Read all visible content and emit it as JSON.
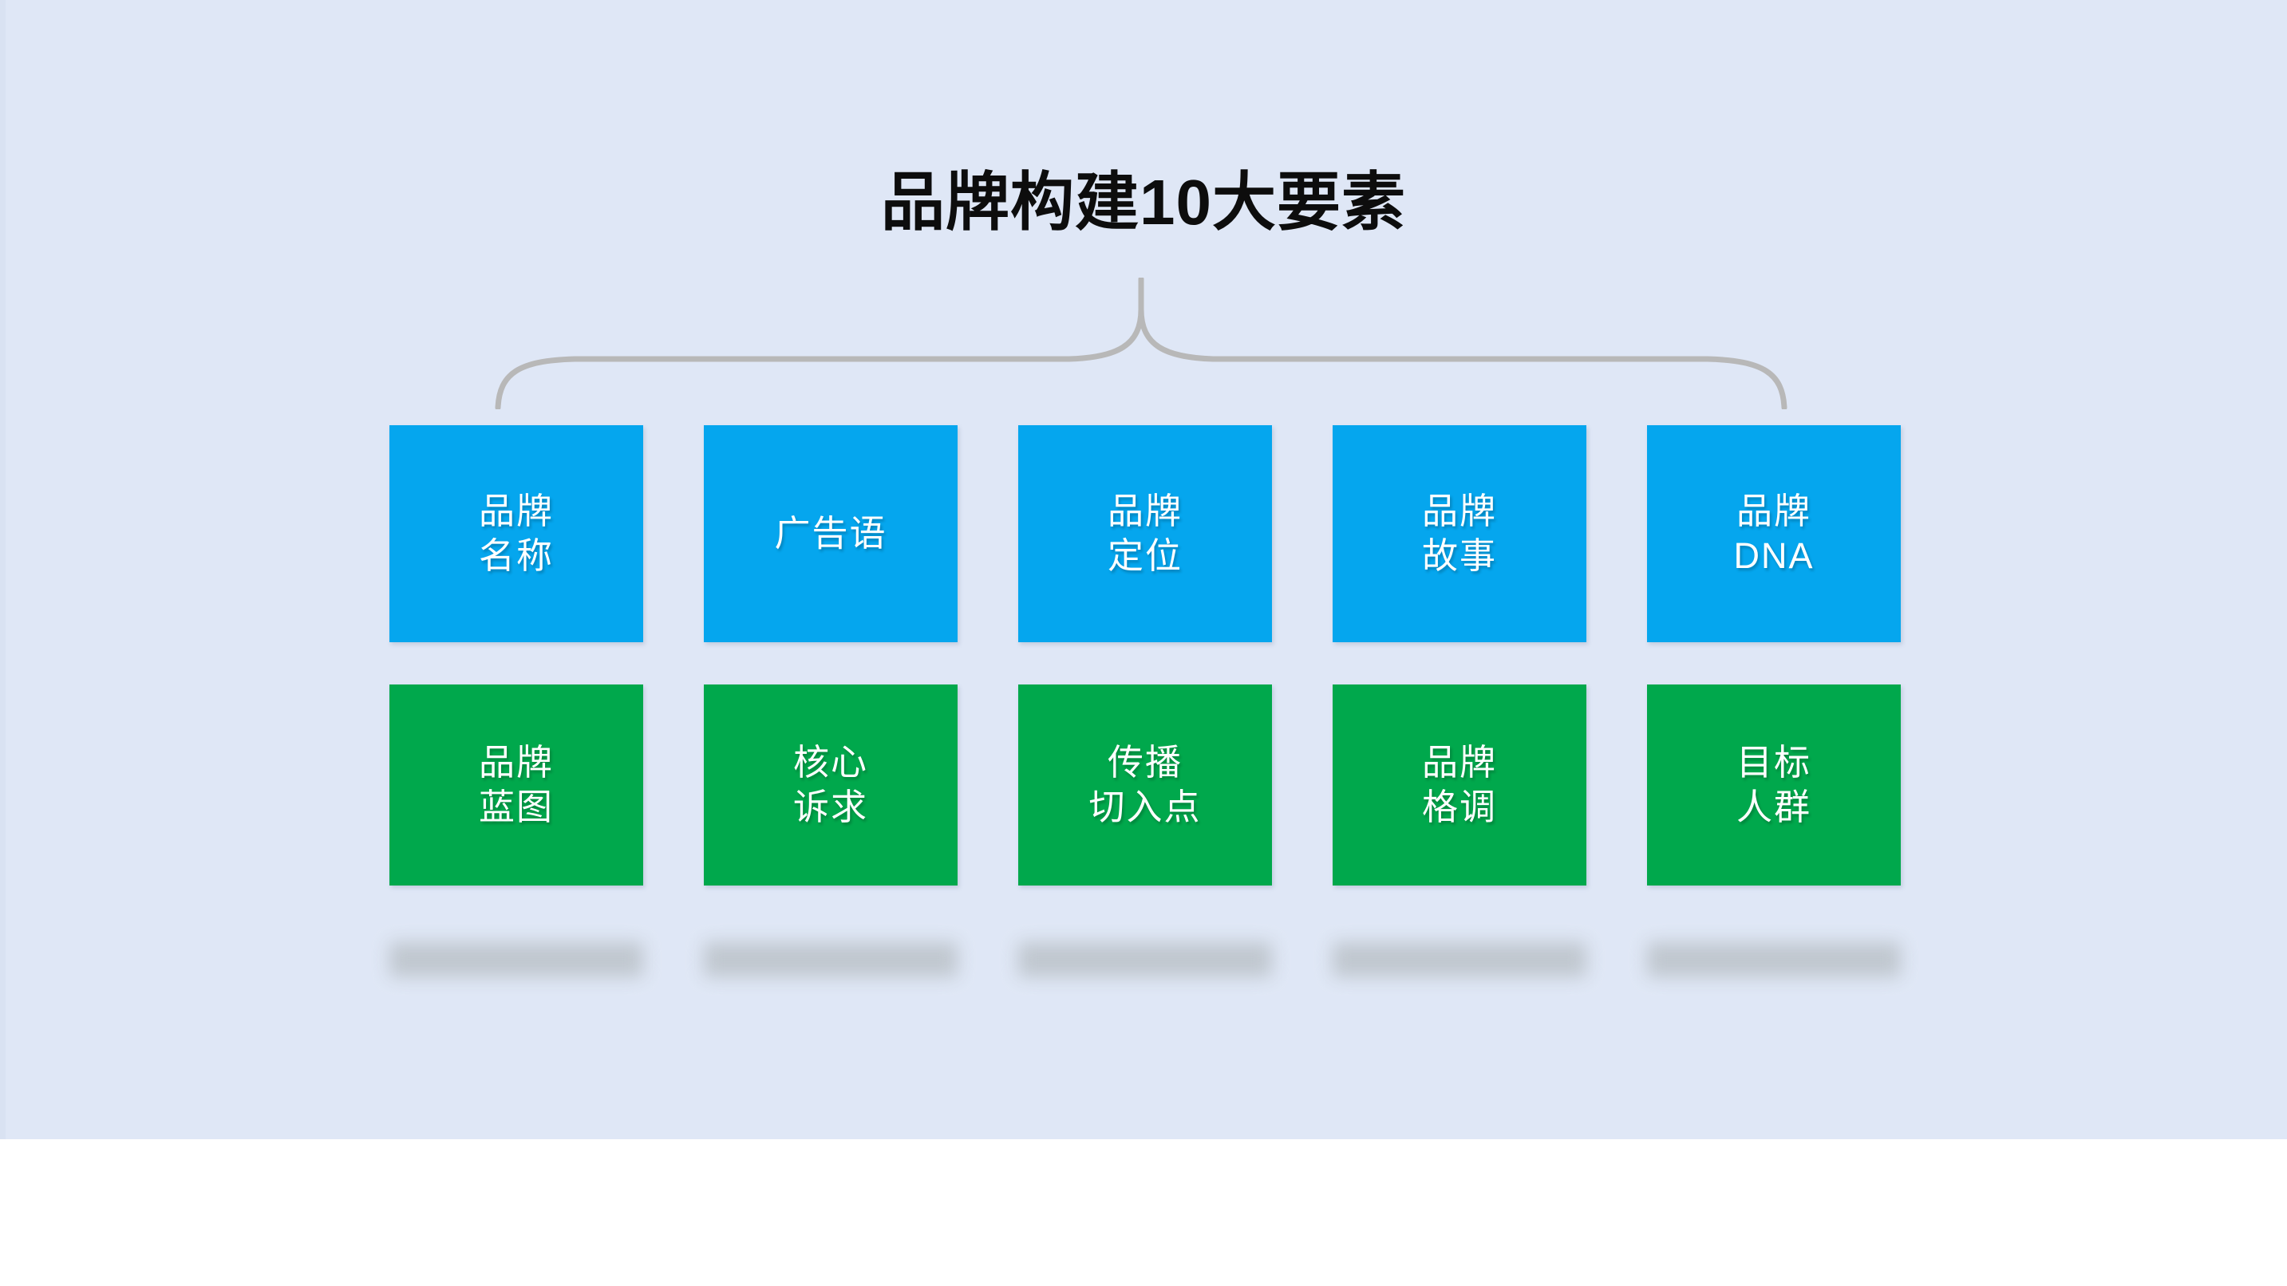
{
  "slide": {
    "background_color": "#dfe7f6",
    "title": "品牌构建10大要素",
    "title_color": "#0d0d0d",
    "brace_color": "#b8b8b8",
    "blue_color": "#05a6ee",
    "green_color": "#00a84c",
    "placeholder_color": "#bfc6cd"
  },
  "chart_data": {
    "type": "diagram",
    "title": "品牌构建10大要素",
    "layout": "bracket-over-two-row-grid",
    "columns": 5,
    "rows": [
      {
        "name": "blue-row",
        "color": "#05a6ee",
        "items": [
          {
            "lines": [
              "品牌",
              "名称"
            ]
          },
          {
            "lines": [
              "广告语"
            ]
          },
          {
            "lines": [
              "品牌",
              "定位"
            ]
          },
          {
            "lines": [
              "品牌",
              "故事"
            ]
          },
          {
            "lines": [
              "品牌",
              "DNA"
            ]
          }
        ]
      },
      {
        "name": "green-row",
        "color": "#00a84c",
        "items": [
          {
            "lines": [
              "品牌",
              "蓝图"
            ]
          },
          {
            "lines": [
              "核心",
              "诉求"
            ]
          },
          {
            "lines": [
              "传播",
              "切入点"
            ]
          },
          {
            "lines": [
              "品牌",
              "格调"
            ]
          },
          {
            "lines": [
              "目标",
              "人群"
            ]
          }
        ]
      }
    ],
    "placeholder_bars": {
      "count": 5,
      "state": "blurred",
      "text": ""
    }
  },
  "cards": {
    "blue": [
      {
        "line1": "品牌",
        "line2": "名称"
      },
      {
        "line1": "广告语",
        "line2": ""
      },
      {
        "line1": "品牌",
        "line2": "定位"
      },
      {
        "line1": "品牌",
        "line2": "故事"
      },
      {
        "line1": "品牌",
        "line2": "DNA"
      }
    ],
    "green": [
      {
        "line1": "品牌",
        "line2": "蓝图"
      },
      {
        "line1": "核心",
        "line2": "诉求"
      },
      {
        "line1": "传播",
        "line2": "切入点"
      },
      {
        "line1": "品牌",
        "line2": "格调"
      },
      {
        "line1": "目标",
        "line2": "人群"
      }
    ]
  }
}
